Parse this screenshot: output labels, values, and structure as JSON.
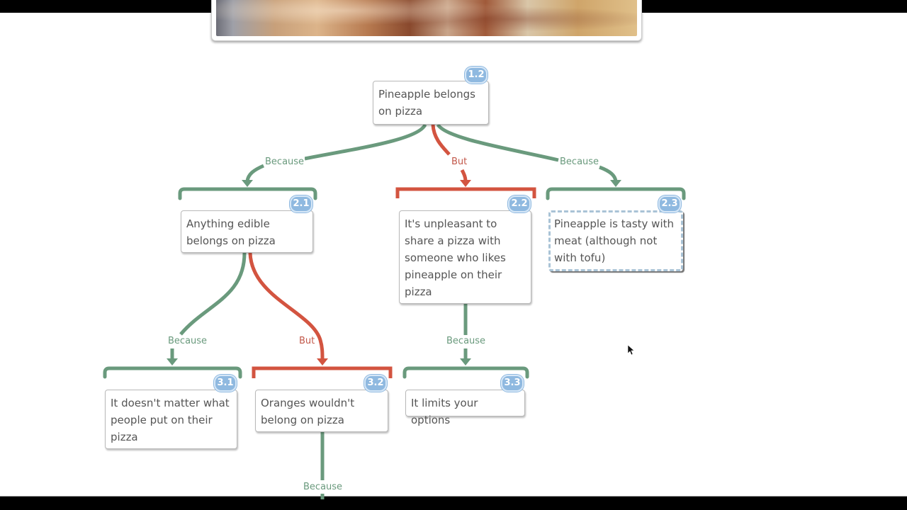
{
  "colors": {
    "because": "#6a9a7d",
    "but": "#d35440",
    "badge": "#8fb9e0",
    "node_text": "#555555"
  },
  "header_image": {
    "alt": "pizza-photo"
  },
  "nodes": {
    "n12": {
      "id": "1.2",
      "text": "Pineapple belongs on pizza"
    },
    "n21": {
      "id": "2.1",
      "text": "Anything edible belongs on pizza"
    },
    "n22": {
      "id": "2.2",
      "text": "It's unpleasant to share a pizza with someone who likes pineapple on their pizza"
    },
    "n23": {
      "id": "2.3",
      "text": "Pineapple is tasty with meat (although not with tofu)",
      "selected": true
    },
    "n31": {
      "id": "3.1",
      "text": "It doesn't matter what people put on their pizza"
    },
    "n32": {
      "id": "3.2",
      "text": "Oranges wouldn't belong on pizza"
    },
    "n33": {
      "id": "3.3",
      "text": "It limits your options"
    }
  },
  "links": {
    "l12_21": {
      "from": "1.2",
      "to": "2.1",
      "type": "because",
      "label": "Because"
    },
    "l12_22": {
      "from": "1.2",
      "to": "2.2",
      "type": "but",
      "label": "But"
    },
    "l12_23": {
      "from": "1.2",
      "to": "2.3",
      "type": "because",
      "label": "Because"
    },
    "l21_31": {
      "from": "2.1",
      "to": "3.1",
      "type": "because",
      "label": "Because"
    },
    "l21_32": {
      "from": "2.1",
      "to": "3.2",
      "type": "but",
      "label": "But"
    },
    "l22_33": {
      "from": "2.2",
      "to": "3.3",
      "type": "because",
      "label": "Because"
    },
    "l32_next": {
      "from": "3.2",
      "to": "",
      "type": "because",
      "label": "Because"
    }
  }
}
